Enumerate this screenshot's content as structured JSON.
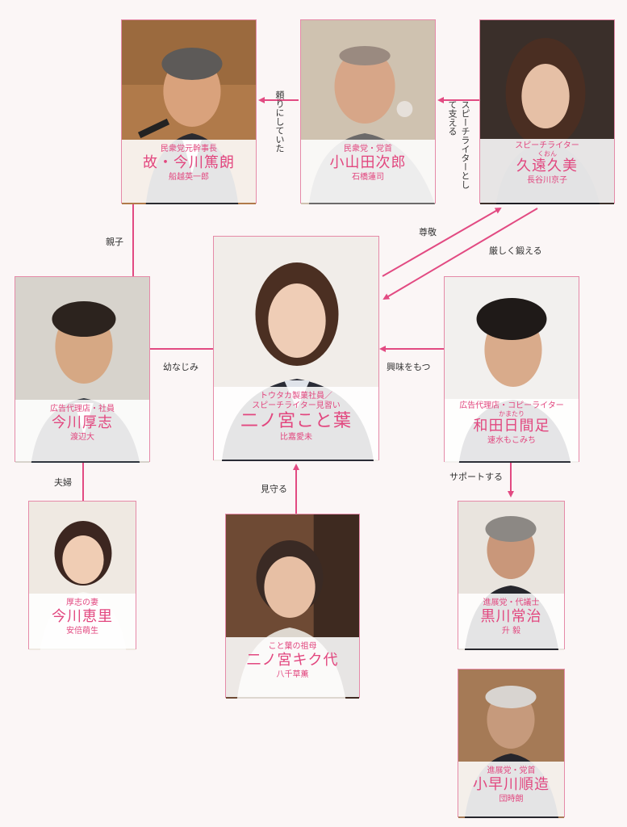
{
  "colors": {
    "accent": "#e2477f",
    "border": "#e58aa8",
    "arrow": "#e24a82"
  },
  "people": {
    "imakawa_atsuro": {
      "role": "民衆党元幹事長",
      "name": "故・今川篤朗",
      "actor": "船越英一郎"
    },
    "oyamada": {
      "role": "民衆党・党首",
      "name": "小山田次郎",
      "actor": "石橋蓮司"
    },
    "kuon": {
      "role": "スピーチライター",
      "ruby": "くおん",
      "name": "久遠久美",
      "actor": "長谷川京子"
    },
    "imakawa_atsushi": {
      "role": "広告代理店・社員",
      "name": "今川厚志",
      "actor": "渡辺大"
    },
    "kotoha": {
      "role1": "トウタカ製菓社員／",
      "role2": "スピーチライター見習い",
      "name": "二ノ宮こと葉",
      "actor": "比嘉愛未"
    },
    "wada": {
      "role": "広告代理店・コピーライター",
      "ruby": "かまたり",
      "name": "和田日間足",
      "actor": "速水もこみち"
    },
    "eri": {
      "role": "厚志の妻",
      "name": "今川恵里",
      "actor": "安倍萌生"
    },
    "kikuyo": {
      "role": "こと葉の祖母",
      "name": "二ノ宮キク代",
      "actor": "八千草薫"
    },
    "kurokawa": {
      "role": "進展党・代議士",
      "name": "黒川常治",
      "actor": "升 毅"
    },
    "kobayakawa": {
      "role": "進展党・党首",
      "name": "小早川順造",
      "actor": "団時朗"
    }
  },
  "relations": {
    "tayori": "頼りにしていた",
    "sasaeru": "スピーチライターとして支える",
    "oyako": "親子",
    "sonkei": "尊敬",
    "kitaeru": "厳しく鍛える",
    "osananajimi": "幼なじみ",
    "kyoumi": "興味をもつ",
    "fuufu": "夫婦",
    "mimamoru": "見守る",
    "support": "サポートする"
  }
}
